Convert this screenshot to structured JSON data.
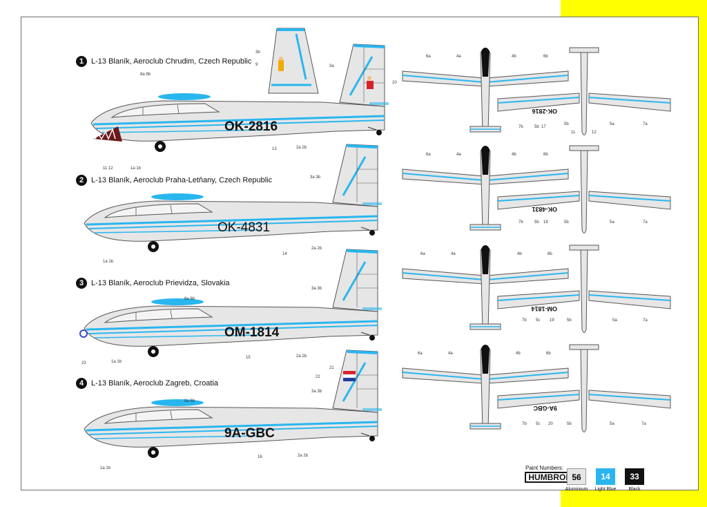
{
  "colors": {
    "yellow": "#ffff00",
    "light_blue": "#29b6ef",
    "aluminium": "#e6e6e6",
    "black": "#111111"
  },
  "variants": [
    {
      "number": "1",
      "title": "L-13 Blaník, Aeroclub Chrudim, Czech Republic",
      "registration": "OK-2816",
      "wing_registration": "OK-2816"
    },
    {
      "number": "2",
      "title": "L-13 Blaník, Aeroclub Praha-Letňany, Czech Republic",
      "registration": "OK-4831",
      "wing_registration": "OK-4831"
    },
    {
      "number": "3",
      "title": "L-13 Blaník, Aeroclub Prievidza, Slovakia",
      "registration": "OM-1814",
      "wing_registration": "OM-1814"
    },
    {
      "number": "4",
      "title": "L-13 Blaník, Aeroclub Zagreb, Croatia",
      "registration": "9A-GBC",
      "wing_registration": "9A-GBC"
    }
  ],
  "callouts": {
    "v1": [
      "8a 8b",
      "3b",
      "9",
      "3a",
      "10",
      "11 12",
      "1a 1b",
      "13",
      "2a 2b"
    ],
    "v2": [
      "3a 3b",
      "1a 1b",
      "14",
      "2a 2b"
    ],
    "v3": [
      "6a 6b",
      "3a 3b",
      "23",
      "1a 1b",
      "15",
      "2a 2b"
    ],
    "v4": [
      "6a 6b",
      "21",
      "22",
      "3a 3b",
      "1a 1b",
      "16",
      "2a 2b"
    ],
    "plan_top": [
      "6a",
      "4a",
      "4b",
      "6b"
    ],
    "plan_bottom_1": [
      "7b",
      "5b",
      "17",
      "5b",
      "11",
      "12",
      "5a",
      "7a"
    ],
    "plan_bottom_2": [
      "7b",
      "5b",
      "18",
      "5b",
      "5a",
      "7a"
    ],
    "plan_bottom_3": [
      "7b",
      "5c",
      "19",
      "5b",
      "5a",
      "7a"
    ],
    "plan_bottom_4": [
      "7b",
      "5c",
      "20",
      "5b",
      "5a",
      "7a"
    ]
  },
  "legend": {
    "heading": "Paint Numbers:",
    "brand": "HUMBROL",
    "paints": [
      {
        "code": "56",
        "name": "Aluminium"
      },
      {
        "code": "14",
        "name": "Light Blue"
      },
      {
        "code": "33",
        "name": "Black"
      }
    ]
  }
}
